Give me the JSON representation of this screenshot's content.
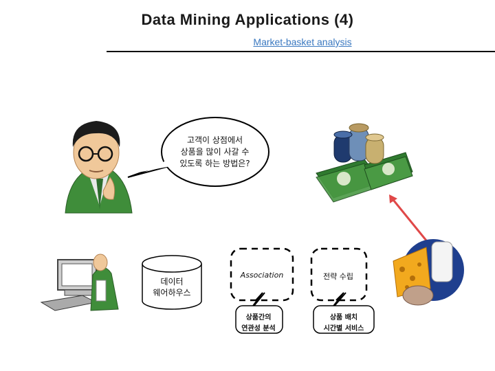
{
  "title": "Data Mining Applications (4)",
  "subtitle": "Market-basket analysis",
  "speech_bubble": [
    "고객이 상점에서",
    "상품을 많이 사갈 수",
    "있도록 하는 방법은?"
  ],
  "data_warehouse": [
    "데이터",
    "웨어하우스"
  ],
  "association_box": "Association",
  "strategy_box": "전략 수립",
  "result_association": [
    "상품간의",
    "연관성 분석"
  ],
  "result_strategy": [
    "상품 배치",
    "시간별 서비스"
  ],
  "colors": {
    "arrow": "#e04848",
    "money": "#2f7a2f",
    "subtitle": "#3a78c0",
    "cheese": "#f0a020"
  }
}
